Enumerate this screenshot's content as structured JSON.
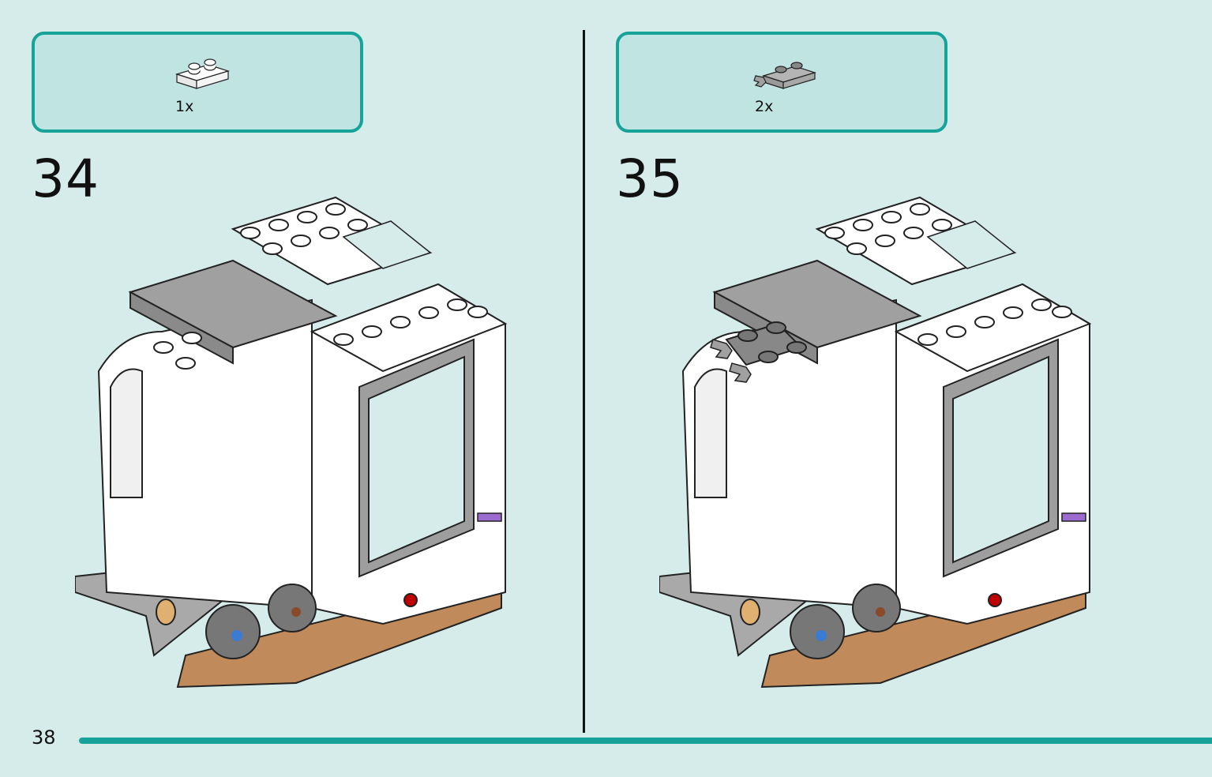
{
  "steps": [
    {
      "number": "34",
      "parts": [
        {
          "quantity": "1x",
          "part": "white-plate-1x2-icon"
        }
      ]
    },
    {
      "number": "35",
      "parts": [
        {
          "quantity": "2x",
          "part": "grey-plate-with-clip-icon"
        }
      ]
    }
  ],
  "page": {
    "number": "38"
  },
  "colors": {
    "accent": "#17a39a",
    "background": "#d6ecea",
    "callout_fill": "#c0e4e1"
  }
}
